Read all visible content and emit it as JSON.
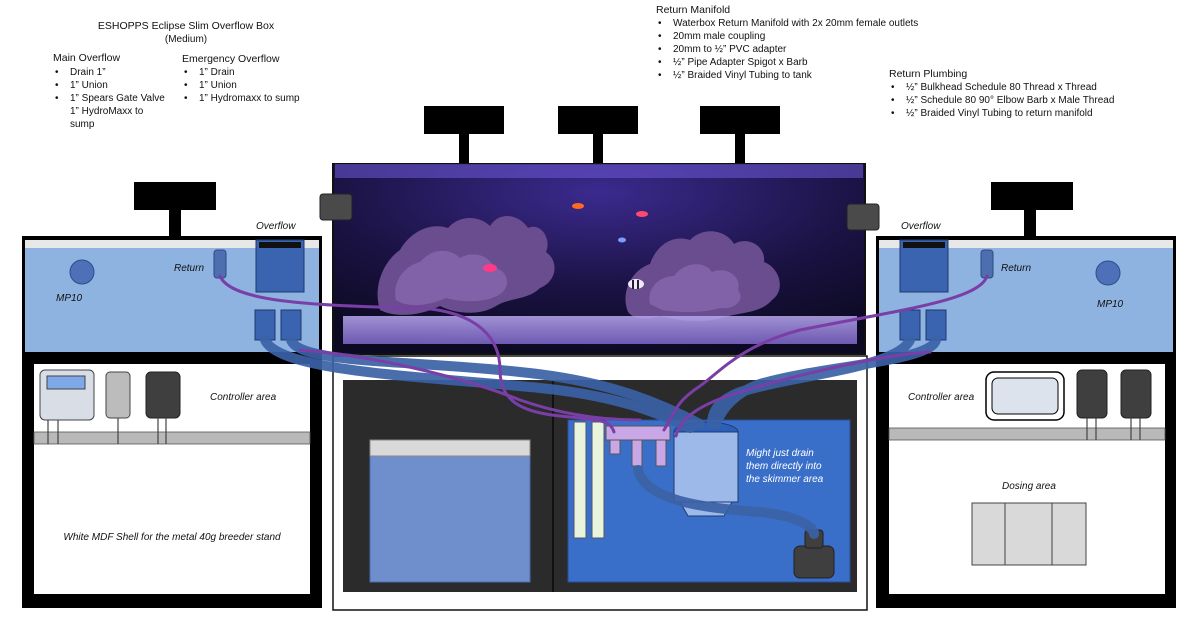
{
  "overflow_box": {
    "title": "ESHOPPS Eclipse Slim Overflow Box",
    "subtitle": "(Medium)",
    "main": {
      "heading": "Main Overflow",
      "items": [
        "Drain 1”",
        "1” Union",
        "1” Spears Gate Valve"
      ],
      "continuation": [
        "1” HydroMaxx to",
        "sump"
      ]
    },
    "emergency": {
      "heading": "Emergency Overflow",
      "items": [
        "1” Drain",
        "1” Union",
        "1” Hydromaxx to sump"
      ]
    }
  },
  "return_manifold": {
    "heading": "Return Manifold",
    "items": [
      "Waterbox Return Manifold with 2x 20mm female outlets",
      "20mm male coupling",
      "20mm to ½” PVC adapter",
      "½” Pipe Adapter Spigot x Barb",
      "½” Braided Vinyl Tubing to tank"
    ]
  },
  "return_plumbing": {
    "heading": "Return Plumbing",
    "items": [
      "½” Bulkhead Schedule 80 Thread x Thread",
      "½” Schedule 80 90° Elbow Barb x Male Thread",
      "½” Braided Vinyl Tubing to return manifold"
    ]
  },
  "left_tank": {
    "mp10": "MP10",
    "return": "Return",
    "overflow": "Overflow",
    "controller_area": "Controller area",
    "shell_note": "White MDF Shell for the metal 40g breeder stand"
  },
  "right_tank": {
    "mp10": "MP10",
    "return": "Return",
    "overflow": "Overflow",
    "controller_area": "Controller area",
    "dosing_area": "Dosing area"
  },
  "sump": {
    "note": [
      "Might just drain",
      "them directly into",
      "the skimmer area"
    ]
  },
  "colors": {
    "tank_blue": "#8eb3e0",
    "sump_blue": "#3a6fc9",
    "stand_black": "#111111",
    "drain_pipe": "#3b62a6",
    "return_tube": "#7a3fa6",
    "display_bg": "#1c1440"
  }
}
